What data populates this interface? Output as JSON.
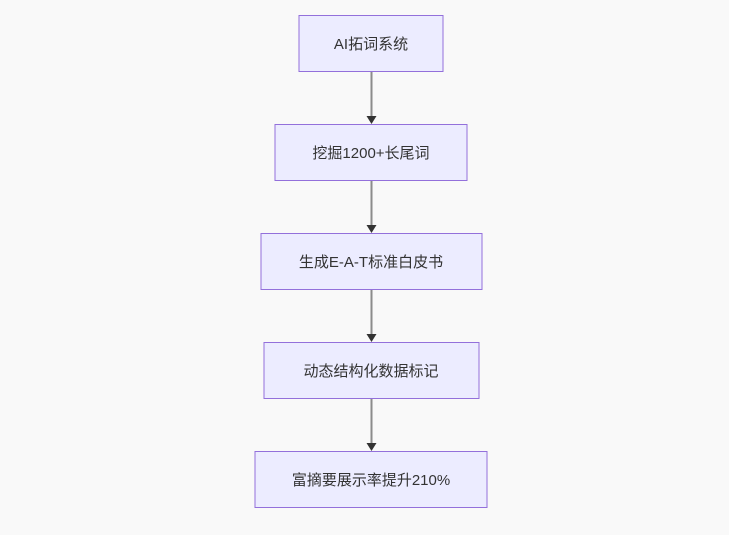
{
  "page": {
    "background_color": "#f9f9f9"
  },
  "diagram": {
    "type": "flowchart",
    "direction": "top-down",
    "style": {
      "node_fill": "#ececff",
      "node_border": "#9370db",
      "text_color": "#333333",
      "edge_line_color": "#8c8c8c",
      "arrowhead_color": "#333333"
    },
    "nodes": [
      {
        "id": "A",
        "label": "AI拓词系统"
      },
      {
        "id": "B",
        "label": "挖掘1200+长尾词"
      },
      {
        "id": "C",
        "label": "生成E-A-T标准白皮书"
      },
      {
        "id": "D",
        "label": "动态结构化数据标记"
      },
      {
        "id": "E",
        "label": "富摘要展示率提升210%"
      }
    ],
    "edges": [
      {
        "from": "A",
        "to": "B"
      },
      {
        "from": "B",
        "to": "C"
      },
      {
        "from": "C",
        "to": "D"
      },
      {
        "from": "D",
        "to": "E"
      }
    ]
  }
}
